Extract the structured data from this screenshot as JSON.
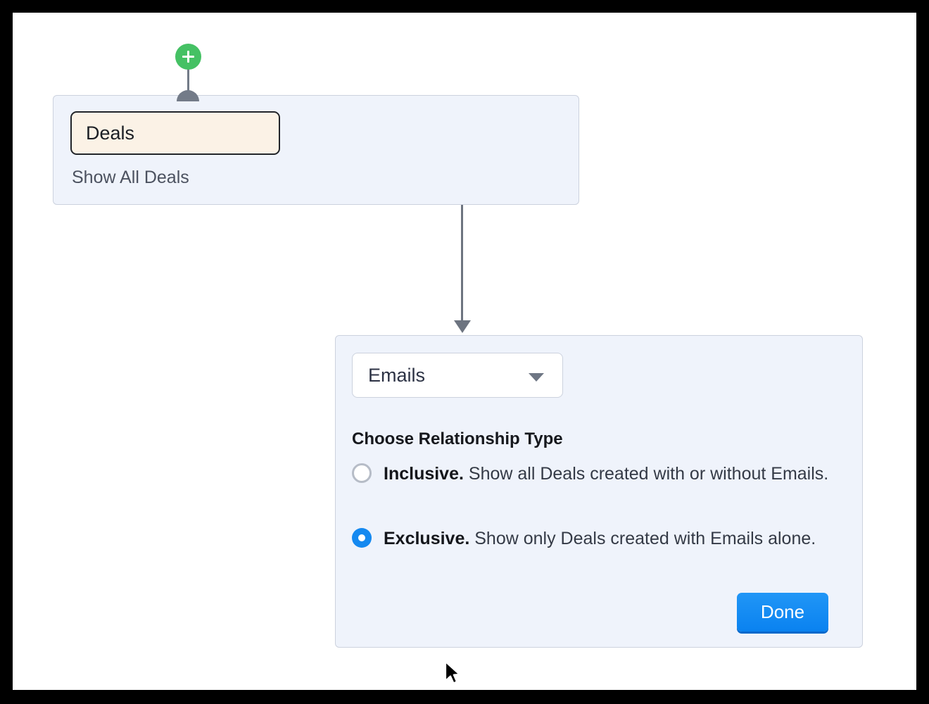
{
  "source_node": {
    "entity_label": "Deals",
    "filter_label": "Show All Deals",
    "add_icon": "plus-icon"
  },
  "connector": {
    "arrow_icon": "arrow-down-icon"
  },
  "relationship_panel": {
    "entity_select": {
      "value": "Emails",
      "caret_icon": "chevron-down-icon"
    },
    "heading": "Choose Relationship Type",
    "options": [
      {
        "id": "inclusive",
        "lead": "Inclusive.",
        "description": " Show all Deals created with or without Emails.",
        "selected": false
      },
      {
        "id": "exclusive",
        "lead": "Exclusive.",
        "description": " Show only Deals created with Emails alone.",
        "selected": true
      }
    ],
    "done_label": "Done"
  },
  "colors": {
    "card_background": "#eff3fb",
    "card_border": "#ccd2de",
    "entity_pill_background": "#fbf2e6",
    "entity_pill_border": "#22252a",
    "add_button": "#45c164",
    "connector": "#6d7480",
    "radio_selected": "#1589f0",
    "radio_unselected": "#b6bcc7",
    "primary_button": "#0a82f0",
    "primary_button_shadow": "#0669cc",
    "frame": "#000000",
    "canvas": "#ffffff"
  },
  "cursor": {
    "icon": "mouse-pointer-icon"
  }
}
